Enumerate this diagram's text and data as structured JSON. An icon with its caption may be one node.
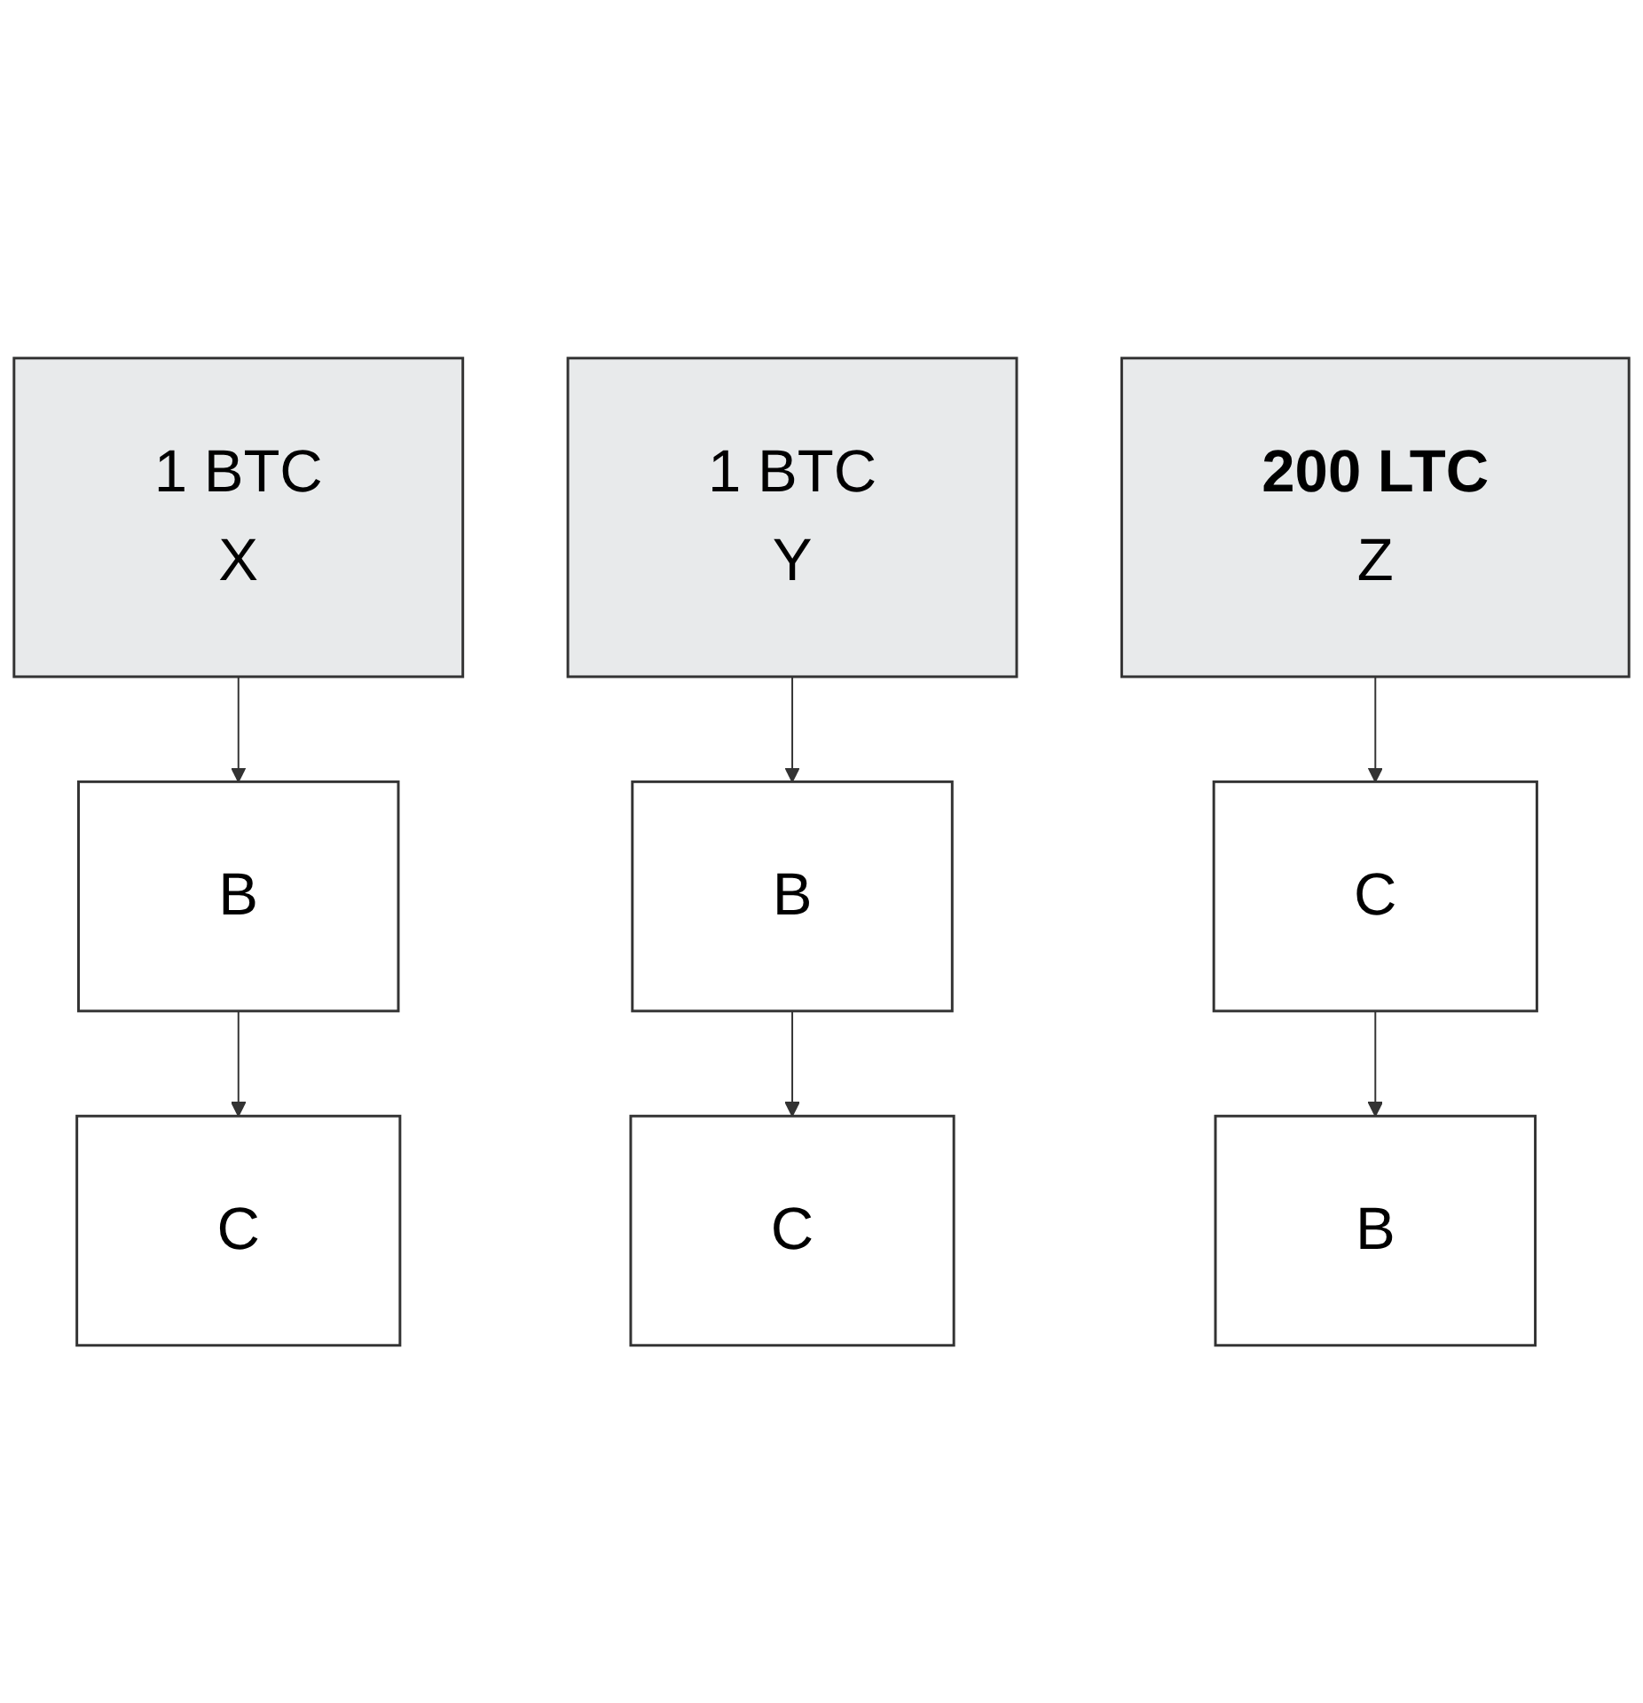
{
  "diagram": {
    "nodes": [
      {
        "text": [
          "1 BTC",
          "X"
        ]
      },
      {
        "text": [
          "1 BTC",
          "Y"
        ]
      },
      {
        "text": [
          "200 LTC",
          "Z"
        ]
      },
      {
        "text": [
          "B"
        ]
      },
      {
        "text": [
          "B"
        ]
      },
      {
        "text": [
          "C"
        ]
      },
      {
        "text": [
          "C"
        ]
      },
      {
        "text": [
          "C"
        ]
      },
      {
        "text": [
          "B"
        ]
      }
    ],
    "edges": [
      {
        "from": 0,
        "to": 3,
        "arrow": "to"
      },
      {
        "from": 1,
        "to": 4,
        "arrow": "to"
      },
      {
        "from": 2,
        "to": 5,
        "arrow": "to"
      },
      {
        "from": 3,
        "to": 6,
        "arrow": "to"
      },
      {
        "from": 4,
        "to": 7,
        "arrow": "to"
      },
      {
        "from": 5,
        "to": 8,
        "arrow": "to"
      }
    ]
  }
}
